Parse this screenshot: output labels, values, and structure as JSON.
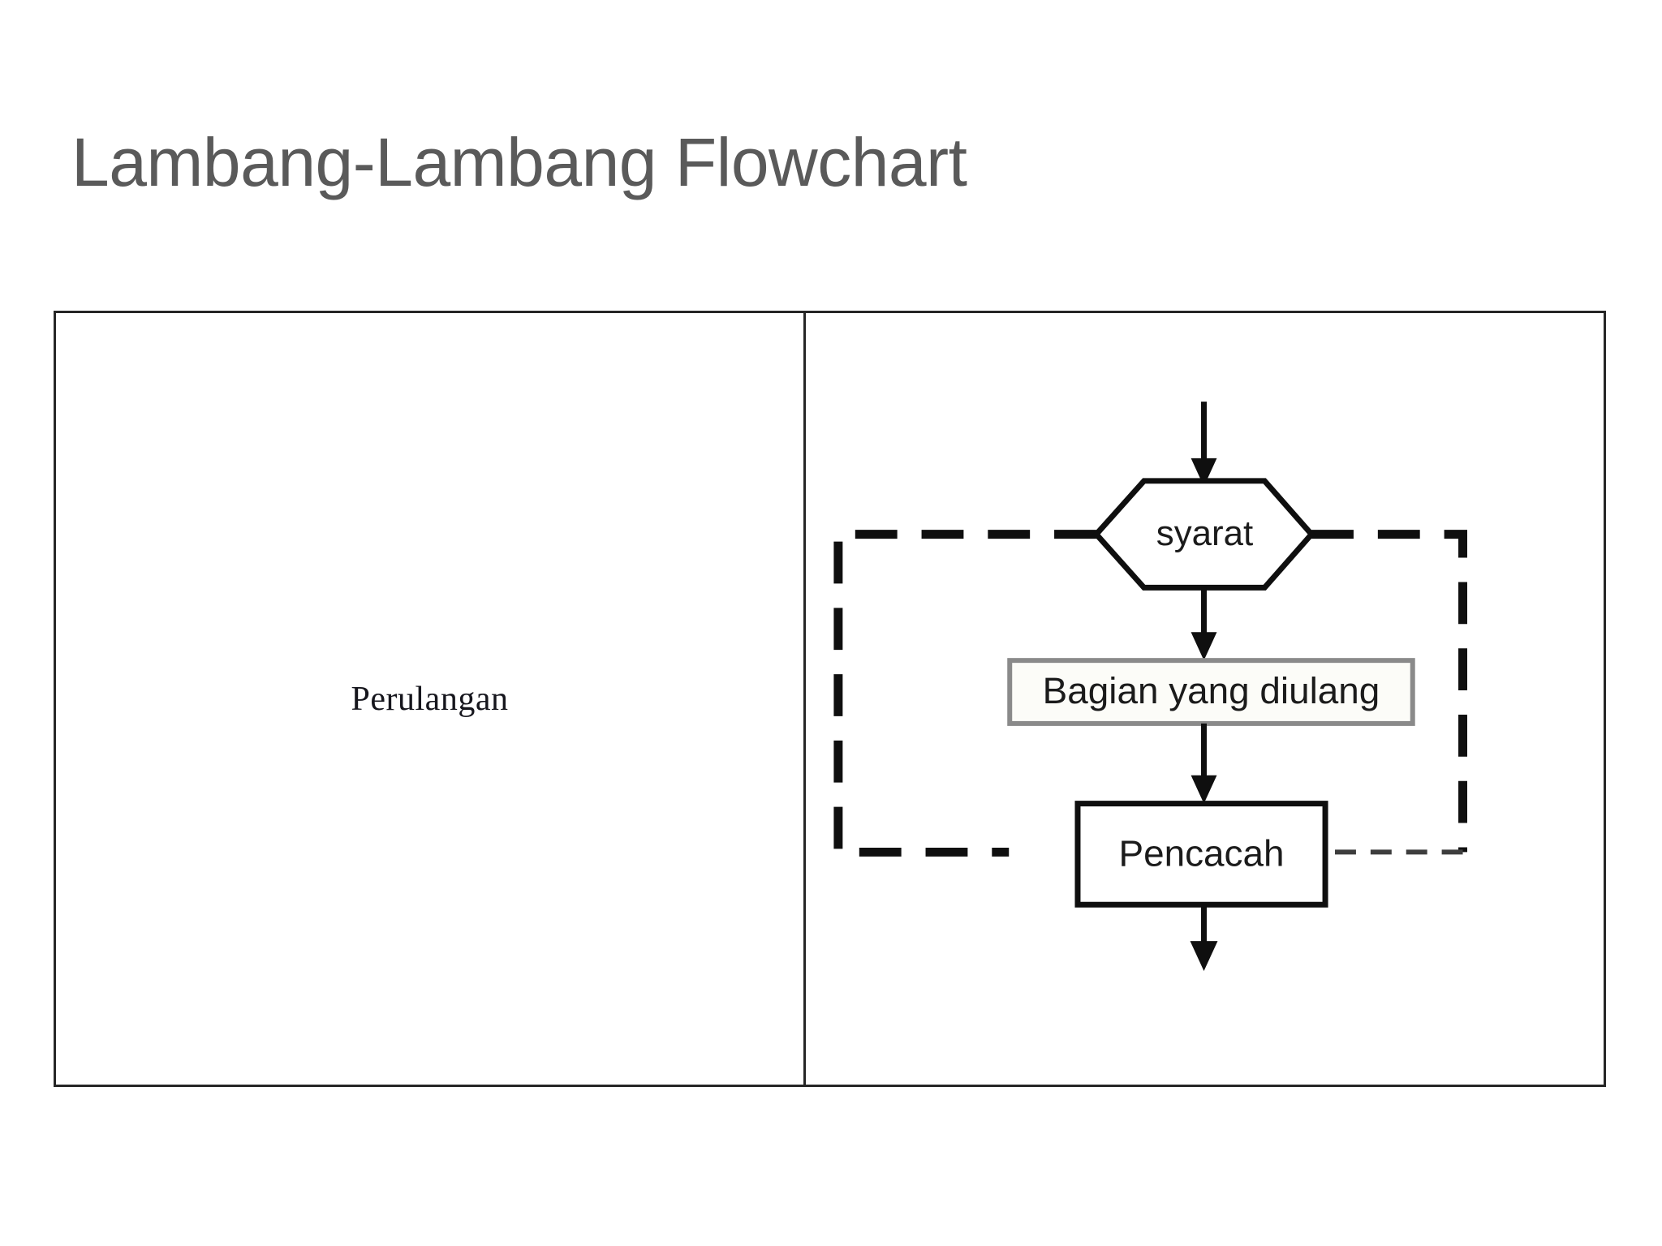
{
  "slide": {
    "title": "Lambang-Lambang Flowchart",
    "title_color": "#5a5a5a",
    "background_color": "#ffffff"
  },
  "table": {
    "border_color": "#262626",
    "columns": [
      "name",
      "symbol"
    ],
    "rows": [
      {
        "name": "Perulangan",
        "symbol": "loop-flowchart-diagram"
      }
    ]
  },
  "chart_data": {
    "type": "diagram",
    "title": "Perulangan",
    "nodes": [
      {
        "id": "syarat",
        "label": "syarat",
        "shape": "hexagon",
        "fill": "#ffffff",
        "stroke": "#0f0f0f"
      },
      {
        "id": "badan",
        "label": "Bagian yang diulang",
        "shape": "rectangle",
        "fill": "#fcfcf8",
        "stroke": "#8a8a8a"
      },
      {
        "id": "pencacah",
        "label": "Pencacah",
        "shape": "rectangle",
        "fill": "#ffffff",
        "stroke": "#0f0f0f"
      }
    ],
    "edges": [
      {
        "from": "entry",
        "to": "syarat",
        "style": "solid",
        "arrow": true
      },
      {
        "from": "syarat",
        "to": "badan",
        "style": "solid",
        "arrow": true
      },
      {
        "from": "badan",
        "to": "pencacah",
        "style": "solid",
        "arrow": true
      },
      {
        "from": "pencacah",
        "to": "exit",
        "style": "solid",
        "arrow": true
      },
      {
        "from": "syarat",
        "to": "pencacah",
        "style": "dashed-thick",
        "arrow": false,
        "side": "left"
      },
      {
        "from": "syarat",
        "to": "pencacah",
        "style": "dashed-thin",
        "arrow": false,
        "side": "right"
      }
    ]
  },
  "flowchart": {
    "hexagon_label": "syarat",
    "process_label": "Bagian yang diulang",
    "counter_label": "Pencacah"
  }
}
